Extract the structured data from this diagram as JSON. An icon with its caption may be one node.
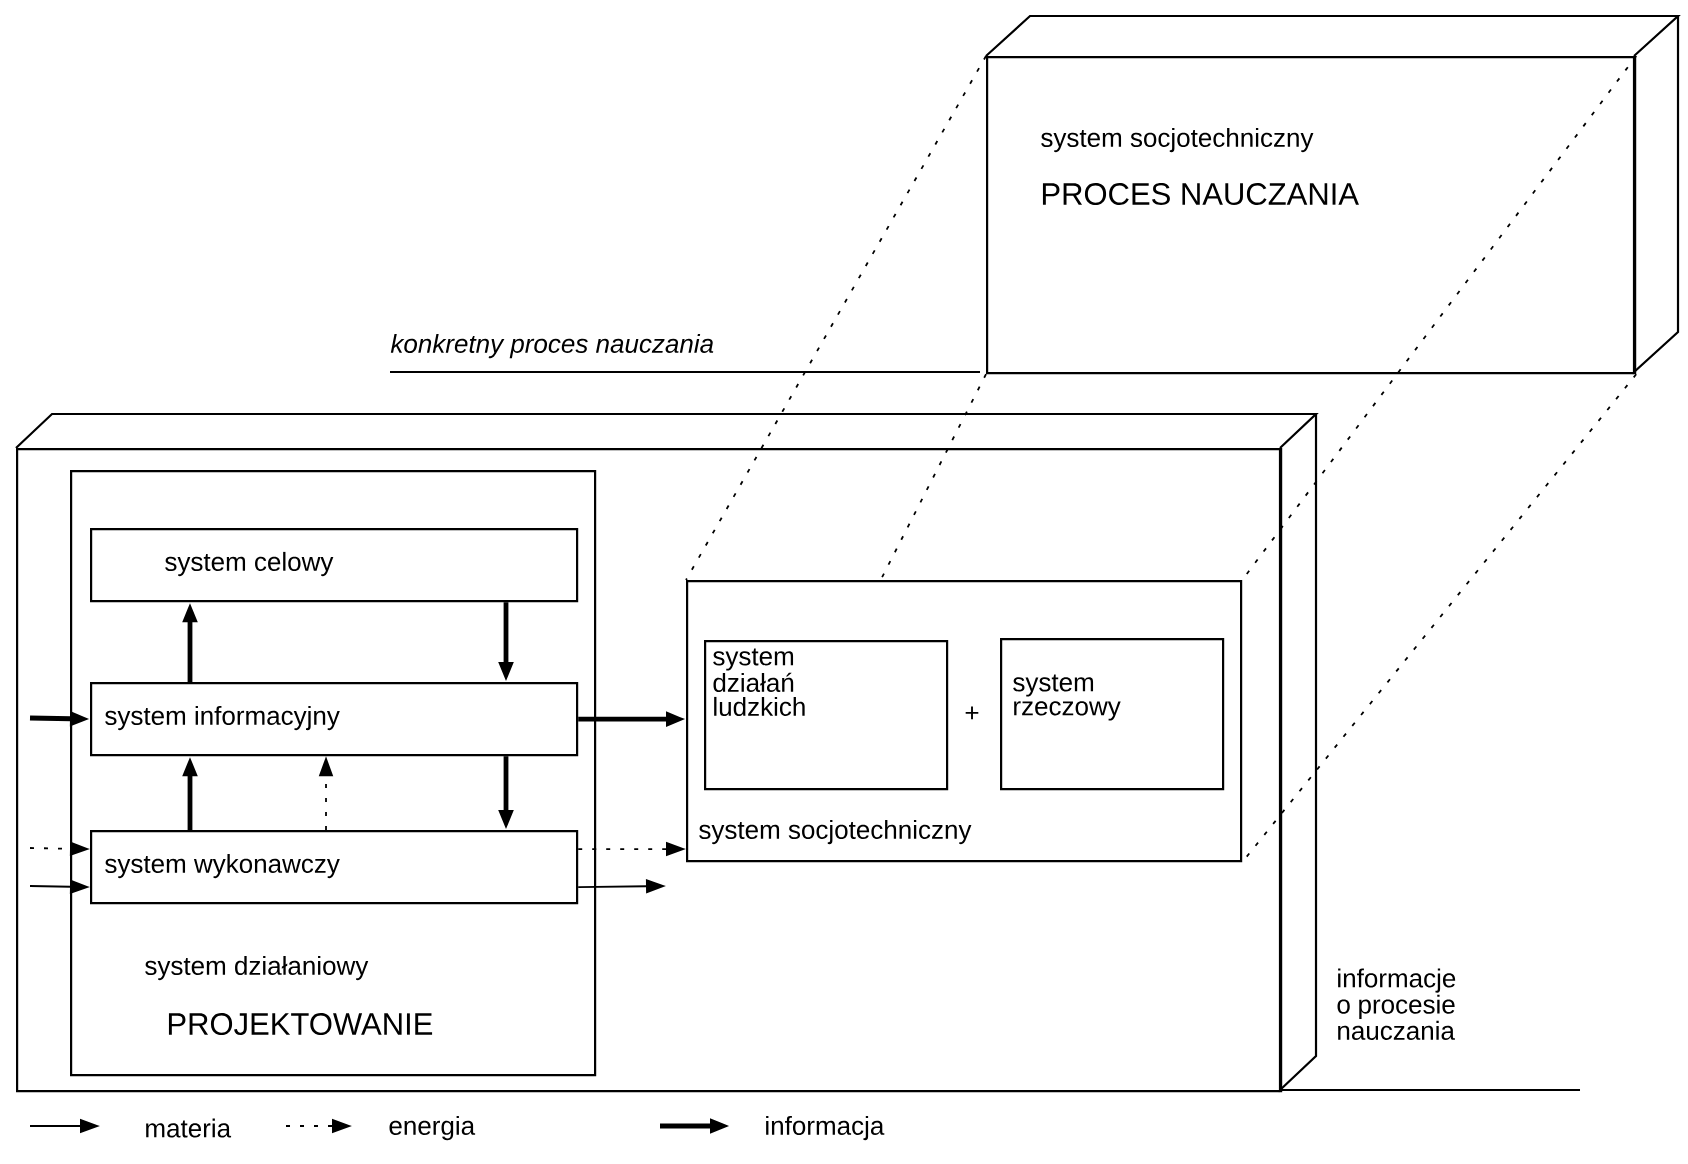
{
  "diagram": {
    "nodes": [
      {
        "text": [
          "system socjotechniczny",
          "PROCES NAUCZANIA"
        ]
      },
      {
        "text": [
          "konkretny proces nauczania"
        ]
      },
      {
        "text": [
          "system działaniowy",
          "PROJEKTOWANIE"
        ],
        "in": 1
      },
      {
        "text": [
          "system celowy"
        ],
        "in": 2
      },
      {
        "text": [
          "system informacyjny"
        ],
        "in": 2
      },
      {
        "text": [
          "system wykonawczy"
        ],
        "in": 2
      },
      {
        "text": [
          "system socjotechniczny"
        ],
        "in": 1
      },
      {
        "text": [
          "system działań ludzkich"
        ],
        "in": 6
      },
      {
        "text": [
          "system rzeczowy"
        ],
        "in": 6
      }
    ],
    "edges": [
      {
        "from": 3,
        "to": 4,
        "arrow": "to",
        "style": "thick"
      },
      {
        "from": 4,
        "to": 3,
        "arrow": "to",
        "style": "thick"
      },
      {
        "from": null,
        "to": 4,
        "arrow": "to",
        "style": "thick"
      },
      {
        "from": 4,
        "to": 6,
        "arrow": "to",
        "style": "thick"
      },
      {
        "from": 5,
        "to": 4,
        "arrow": "to",
        "style": "thick"
      },
      {
        "from": 5,
        "to": 4,
        "arrow": "to",
        "style": "dashed"
      },
      {
        "from": 4,
        "to": 5,
        "arrow": "to",
        "style": "thick"
      },
      {
        "from": null,
        "to": 5,
        "arrow": "to",
        "style": "dashed"
      },
      {
        "from": null,
        "to": 5,
        "arrow": "to"
      },
      {
        "from": 5,
        "to": 6,
        "arrow": "to",
        "style": "dashed"
      },
      {
        "from": 5,
        "to": null,
        "arrow": "to"
      },
      {
        "from": 0,
        "to": 6,
        "arrow": "none",
        "style": "dashed"
      },
      {
        "from": 0,
        "to": 6,
        "arrow": "none",
        "style": "dashed"
      },
      {
        "from": 0,
        "to": 6,
        "arrow": "none",
        "style": "dashed"
      },
      {
        "from": 0,
        "to": 6,
        "arrow": "none",
        "style": "dashed"
      }
    ],
    "labels": [
      "+",
      "informacje o procesie nauczania"
    ],
    "legend": [
      {
        "text": "materia"
      },
      {
        "text": "energia"
      },
      {
        "text": "informacja"
      }
    ]
  }
}
